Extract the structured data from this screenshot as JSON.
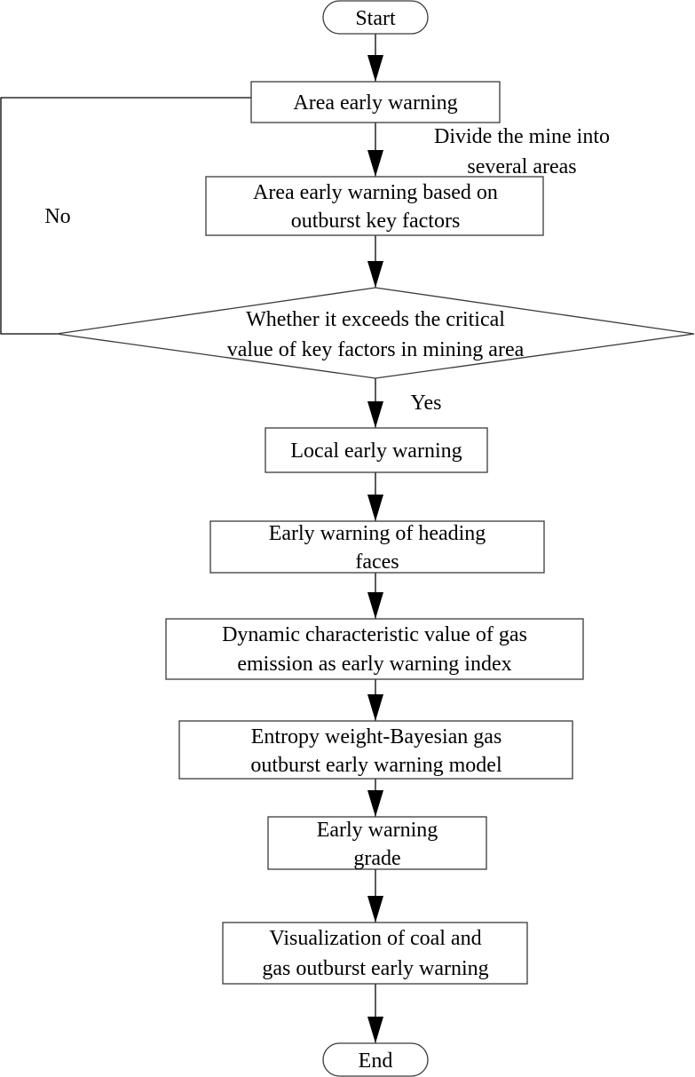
{
  "diagram": {
    "start": "Start",
    "area_warning": "Area early warning",
    "divide_note": [
      "Divide the mine into",
      "several areas"
    ],
    "key_factors": [
      "Area early warning based on",
      "outburst key factors"
    ],
    "decision": [
      "Whether it exceeds the critical",
      "value of key factors in mining area"
    ],
    "no_label": "No",
    "yes_label": "Yes",
    "local_warning": "Local early warning",
    "heading_faces": [
      "Early warning of heading",
      "faces"
    ],
    "dynamic_value": [
      "Dynamic characteristic value of gas",
      "emission as early warning index"
    ],
    "entropy_model": [
      "Entropy weight-Bayesian gas",
      "outburst early warning model"
    ],
    "warning_grade": [
      "Early warning",
      "grade"
    ],
    "visualization": [
      "Visualization of coal and",
      "gas outburst early warning"
    ],
    "end": "End"
  }
}
